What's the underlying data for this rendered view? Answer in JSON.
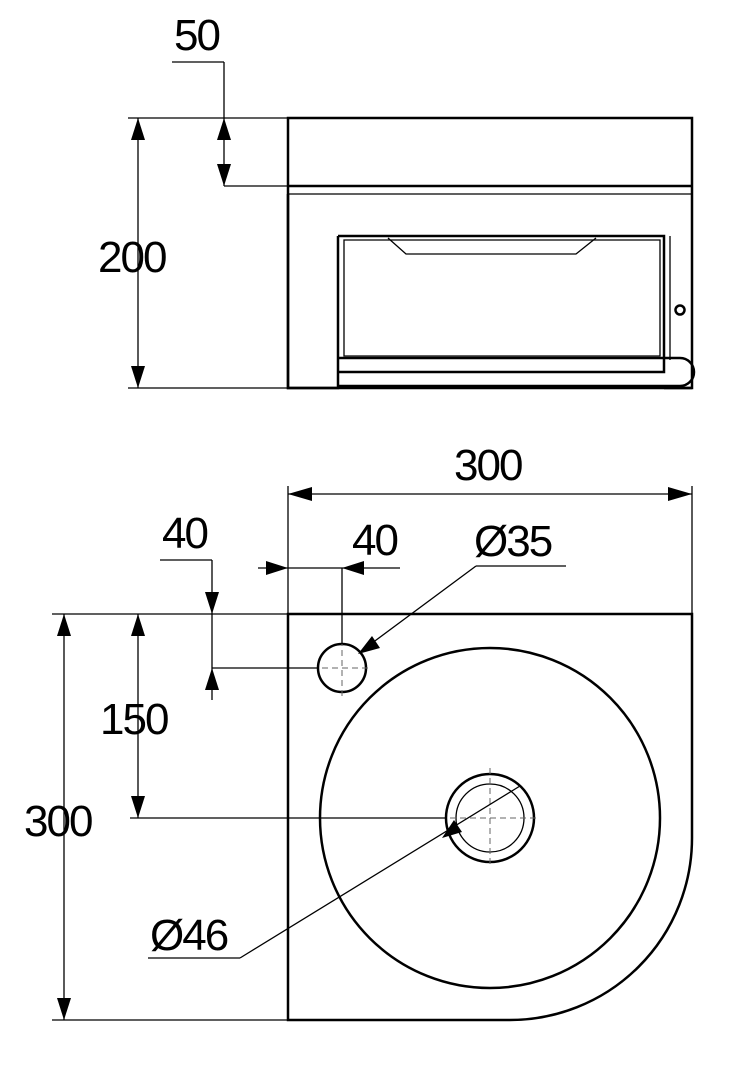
{
  "dimensions": {
    "top_rim_height": "50",
    "total_height": "200",
    "total_width": "300",
    "tap_offset_left": "40",
    "tap_offset_top": "40",
    "tap_hole_diameter": "Ø35",
    "drain_offset": "150",
    "total_depth": "300",
    "drain_diameter": "Ø46"
  }
}
